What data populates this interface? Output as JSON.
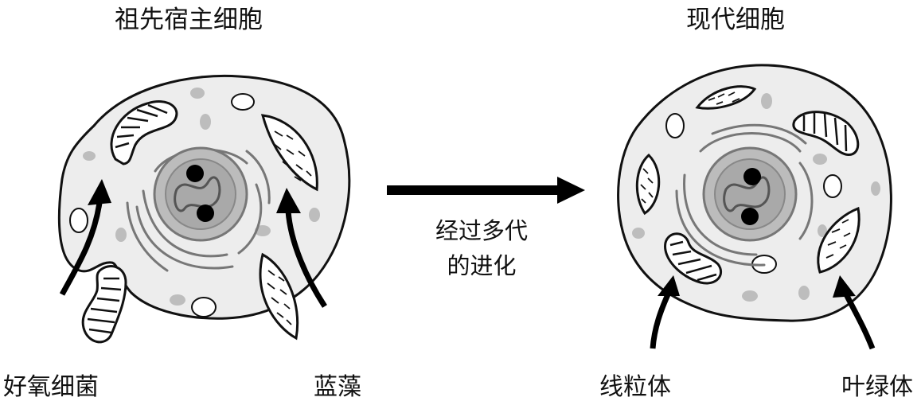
{
  "left_title": "祖先宿主细胞",
  "right_title": "现代细胞",
  "process_line1": "经过多代",
  "process_line2": "的进化",
  "label_bacteria": "好氧细菌",
  "label_cyanobacteria": "蓝藻",
  "label_mitochondria": "线粒体",
  "label_chloroplast": "叶绿体"
}
